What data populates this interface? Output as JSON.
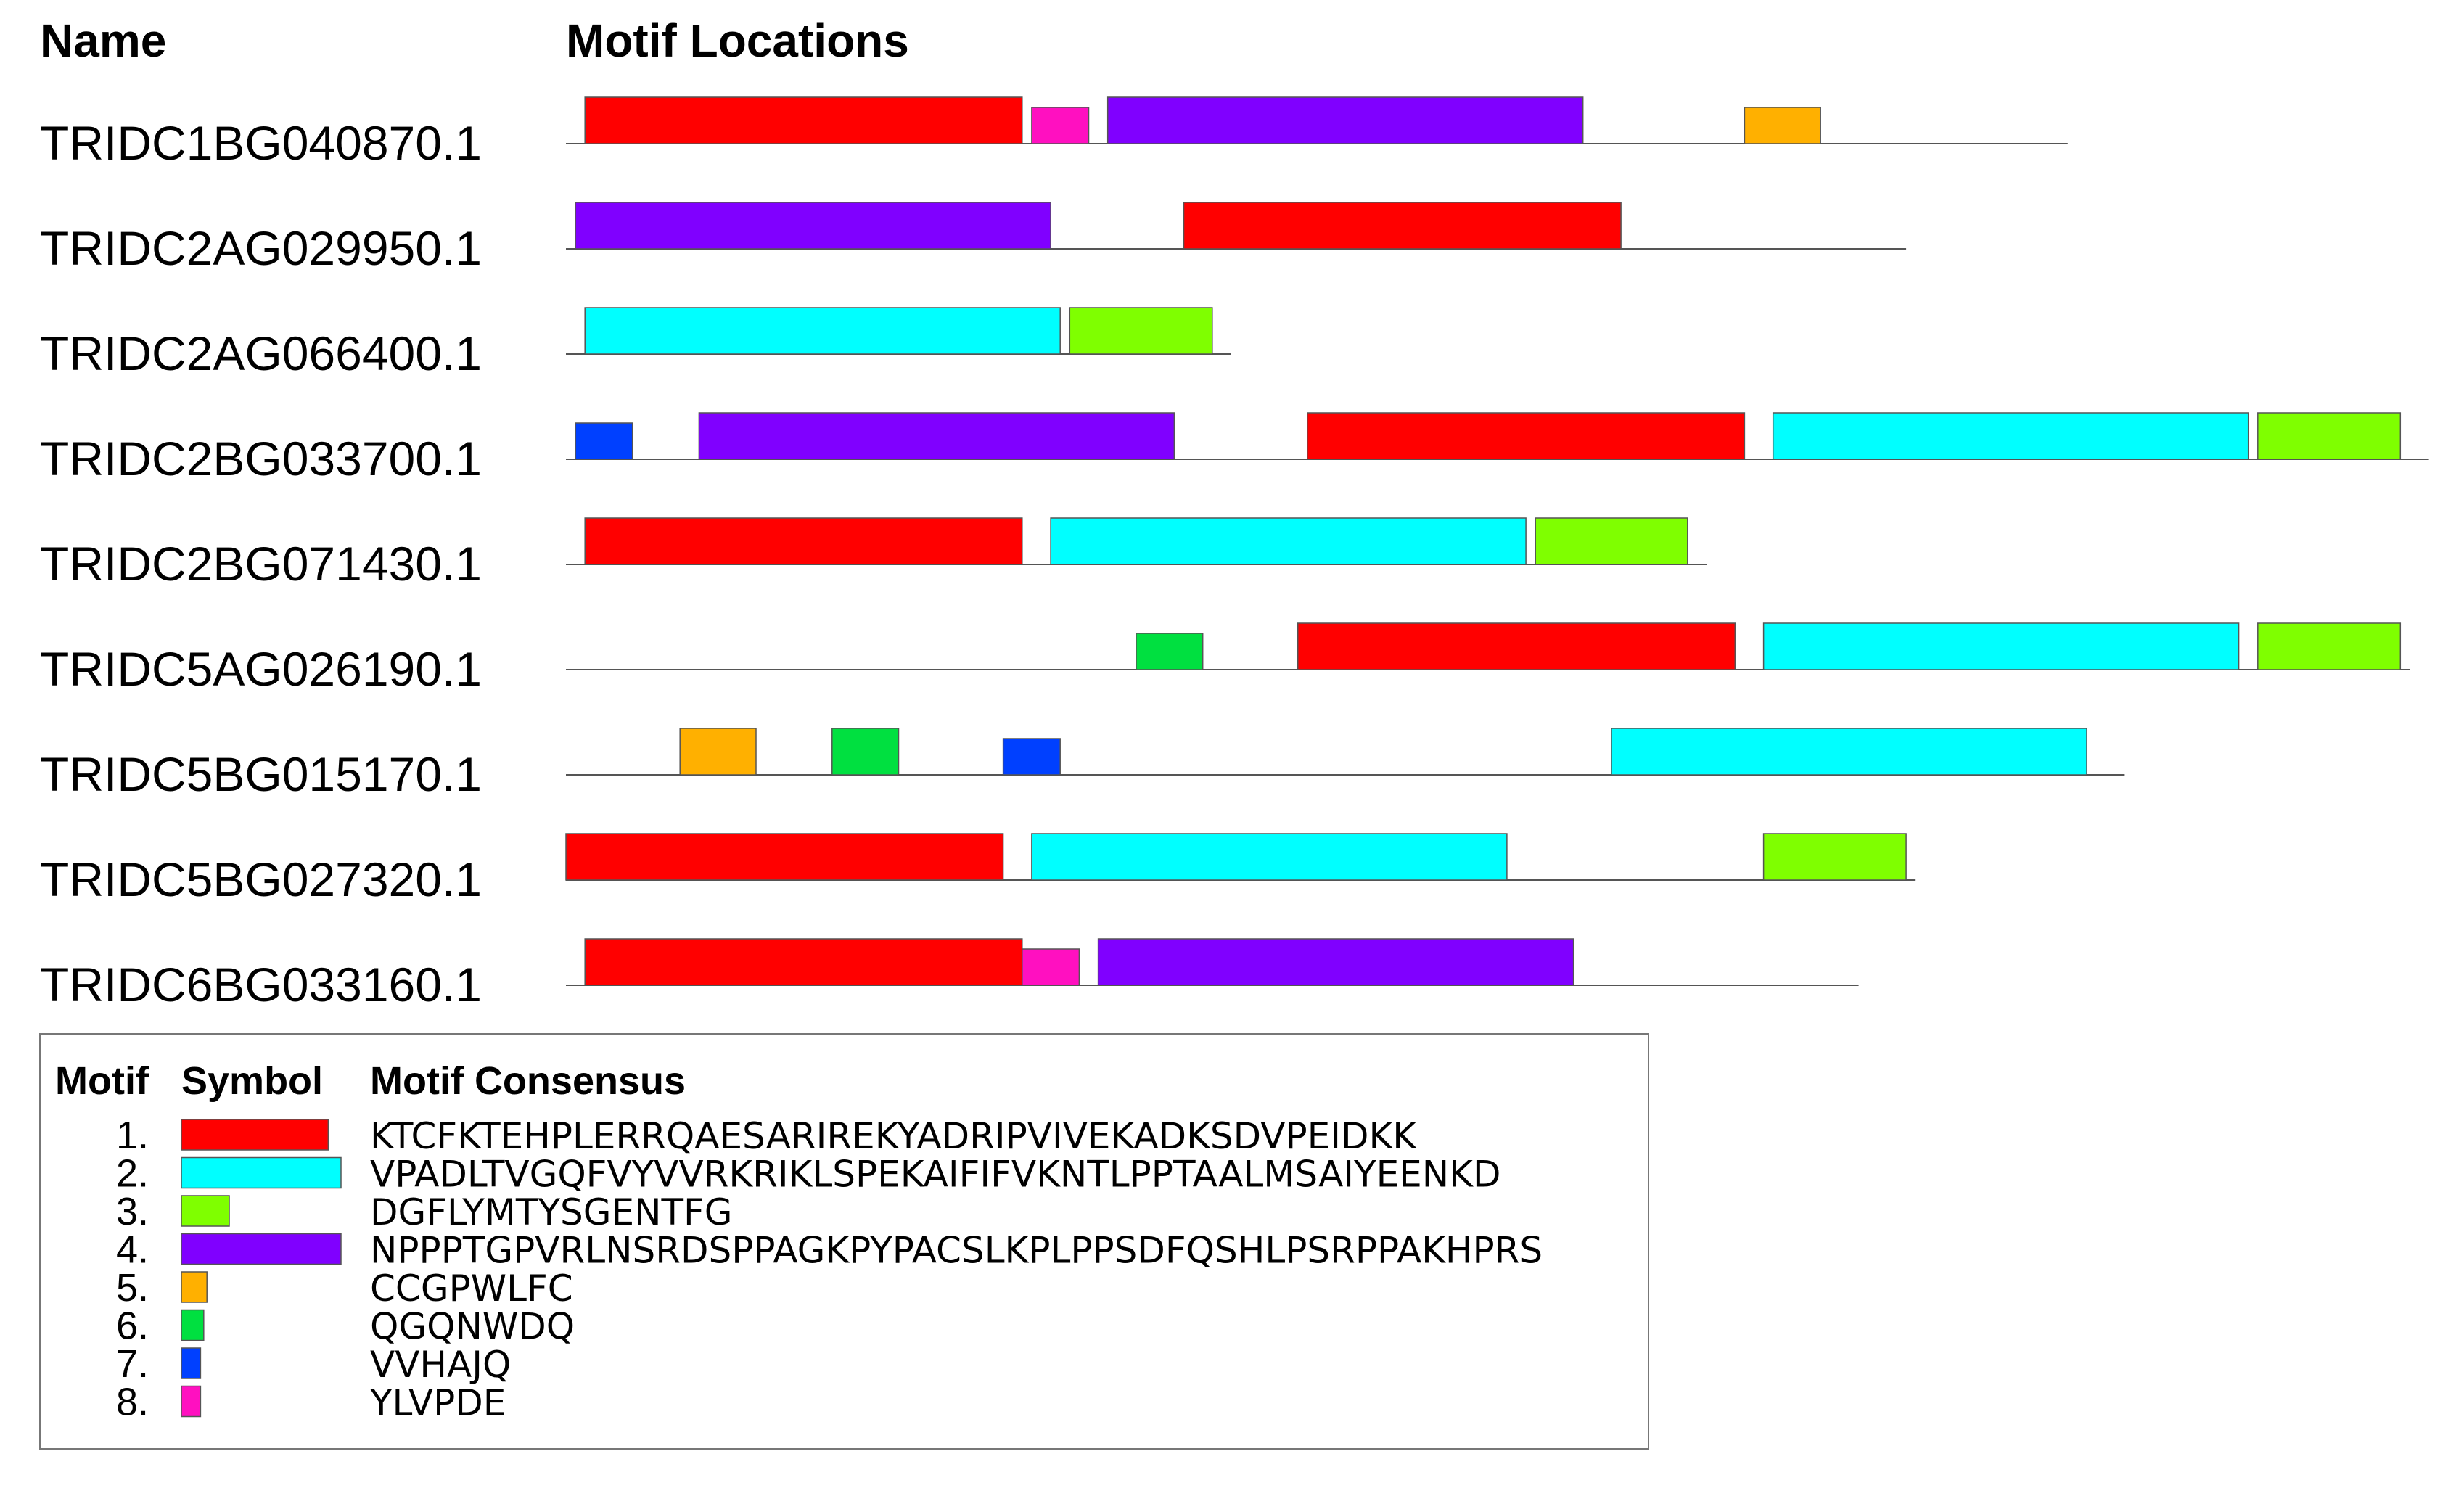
{
  "headers": {
    "name": "Name",
    "locations": "Motif Locations"
  },
  "legend": {
    "headers": {
      "motif": "Motif",
      "symbol": "Symbol",
      "consensus": "Motif Consensus"
    },
    "motifs": [
      {
        "id": 1,
        "number": "1.",
        "color": "#ff0000",
        "consensus": "KTCFKTEHPLERRQAESARIREKYADRIPVIVEKADKSDVPEIDKK",
        "relative_length": 46
      },
      {
        "id": 2,
        "number": "2.",
        "color": "#00ffff",
        "consensus": "VPADLTVGQFVYVVRKRIKLSPEKAIFIFVKNTLPPTAALMSAIYEENKD",
        "relative_length": 50
      },
      {
        "id": 3,
        "number": "3.",
        "color": "#7fff00",
        "consensus": "DGFLYMTYSGENTFG",
        "relative_length": 15
      },
      {
        "id": 4,
        "number": "4.",
        "color": "#8000ff",
        "consensus": "NPPPTGPVRLNSRDSPPAGKPYPACSLKPLPPSDFQSHLPSRPPAKHPRS",
        "relative_length": 50
      },
      {
        "id": 5,
        "number": "5.",
        "color": "#ffb000",
        "consensus": "CCGPWLFC",
        "relative_length": 8
      },
      {
        "id": 6,
        "number": "6.",
        "color": "#00e040",
        "consensus": "QGQNWDQ",
        "relative_length": 7
      },
      {
        "id": 7,
        "number": "7.",
        "color": "#0040ff",
        "consensus": "VVHAJQ",
        "relative_length": 6
      },
      {
        "id": 8,
        "number": "8.",
        "color": "#ff10c0",
        "consensus": "YLVPDE",
        "relative_length": 6
      }
    ]
  },
  "sequences": [
    {
      "name": "TRIDC1BG040870.1",
      "length": 158,
      "motifs": [
        {
          "motif": 1,
          "start": 2,
          "end": 48,
          "strand": "+"
        },
        {
          "motif": 8,
          "start": 49,
          "end": 55,
          "strand": "-"
        },
        {
          "motif": 4,
          "start": 57,
          "end": 107,
          "strand": "+"
        },
        {
          "motif": 5,
          "start": 124,
          "end": 132,
          "strand": "-"
        }
      ]
    },
    {
      "name": "TRIDC2AG029950.1",
      "length": 141,
      "motifs": [
        {
          "motif": 4,
          "start": 1,
          "end": 51,
          "strand": "+"
        },
        {
          "motif": 1,
          "start": 65,
          "end": 111,
          "strand": "+"
        }
      ]
    },
    {
      "name": "TRIDC2AG066400.1",
      "length": 70,
      "motifs": [
        {
          "motif": 2,
          "start": 2,
          "end": 52,
          "strand": "+"
        },
        {
          "motif": 3,
          "start": 53,
          "end": 68,
          "strand": "+"
        }
      ]
    },
    {
      "name": "TRIDC2BG033700.1",
      "length": 196,
      "motifs": [
        {
          "motif": 7,
          "start": 1,
          "end": 7,
          "strand": "-"
        },
        {
          "motif": 4,
          "start": 14,
          "end": 64,
          "strand": "+"
        },
        {
          "motif": 1,
          "start": 78,
          "end": 124,
          "strand": "+"
        },
        {
          "motif": 2,
          "start": 127,
          "end": 177,
          "strand": "+"
        },
        {
          "motif": 3,
          "start": 178,
          "end": 193,
          "strand": "+"
        }
      ]
    },
    {
      "name": "TRIDC2BG071430.1",
      "length": 120,
      "motifs": [
        {
          "motif": 1,
          "start": 2,
          "end": 48,
          "strand": "+"
        },
        {
          "motif": 2,
          "start": 51,
          "end": 101,
          "strand": "+"
        },
        {
          "motif": 3,
          "start": 102,
          "end": 118,
          "strand": "+"
        }
      ]
    },
    {
      "name": "TRIDC5AG026190.1",
      "length": 194,
      "motifs": [
        {
          "motif": 6,
          "start": 60,
          "end": 67,
          "strand": "-"
        },
        {
          "motif": 1,
          "start": 77,
          "end": 123,
          "strand": "+"
        },
        {
          "motif": 2,
          "start": 126,
          "end": 176,
          "strand": "+"
        },
        {
          "motif": 3,
          "start": 178,
          "end": 193,
          "strand": "+"
        }
      ]
    },
    {
      "name": "TRIDC5BG015170.1",
      "length": 164,
      "motifs": [
        {
          "motif": 5,
          "start": 12,
          "end": 20,
          "strand": "+"
        },
        {
          "motif": 6,
          "start": 28,
          "end": 35,
          "strand": "+"
        },
        {
          "motif": 7,
          "start": 46,
          "end": 52,
          "strand": "-"
        },
        {
          "motif": 2,
          "start": 110,
          "end": 160,
          "strand": "+"
        }
      ]
    },
    {
      "name": "TRIDC5BG027320.1",
      "length": 142,
      "motifs": [
        {
          "motif": 1,
          "start": 0,
          "end": 46,
          "strand": "+"
        },
        {
          "motif": 2,
          "start": 49,
          "end": 99,
          "strand": "+"
        },
        {
          "motif": 3,
          "start": 126,
          "end": 141,
          "strand": "+"
        }
      ]
    },
    {
      "name": "TRIDC6BG033160.1",
      "length": 136,
      "motifs": [
        {
          "motif": 1,
          "start": 2,
          "end": 48,
          "strand": "+"
        },
        {
          "motif": 8,
          "start": 48,
          "end": 54,
          "strand": "-"
        },
        {
          "motif": 4,
          "start": 56,
          "end": 106,
          "strand": "+"
        }
      ]
    }
  ]
}
